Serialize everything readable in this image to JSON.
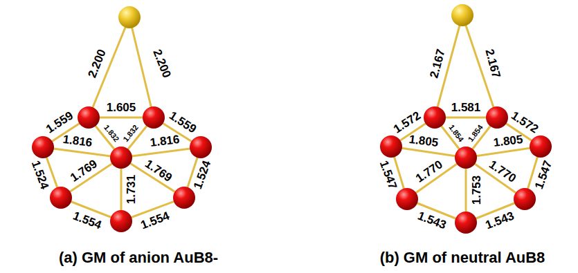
{
  "diagram": {
    "labels": [
      "2.200",
      "2.200",
      "1.605",
      "1.559",
      "1.559",
      "1.832",
      "1.832",
      "1.816",
      "1.816",
      "1.524",
      "1.524",
      "1.769",
      "1.769",
      "1.731",
      "1.554",
      "1.554",
      "2.167",
      "2.167",
      "1.581",
      "1.572",
      "1.572",
      "1.854",
      "1.854",
      "1.805",
      "1.805",
      "1.547",
      "1.547",
      "1.770",
      "1.770",
      "1.753",
      "1.543",
      "1.543",
      "(a) GM of anion AuB8-",
      "(b) GM of neutral AuB8"
    ]
  }
}
